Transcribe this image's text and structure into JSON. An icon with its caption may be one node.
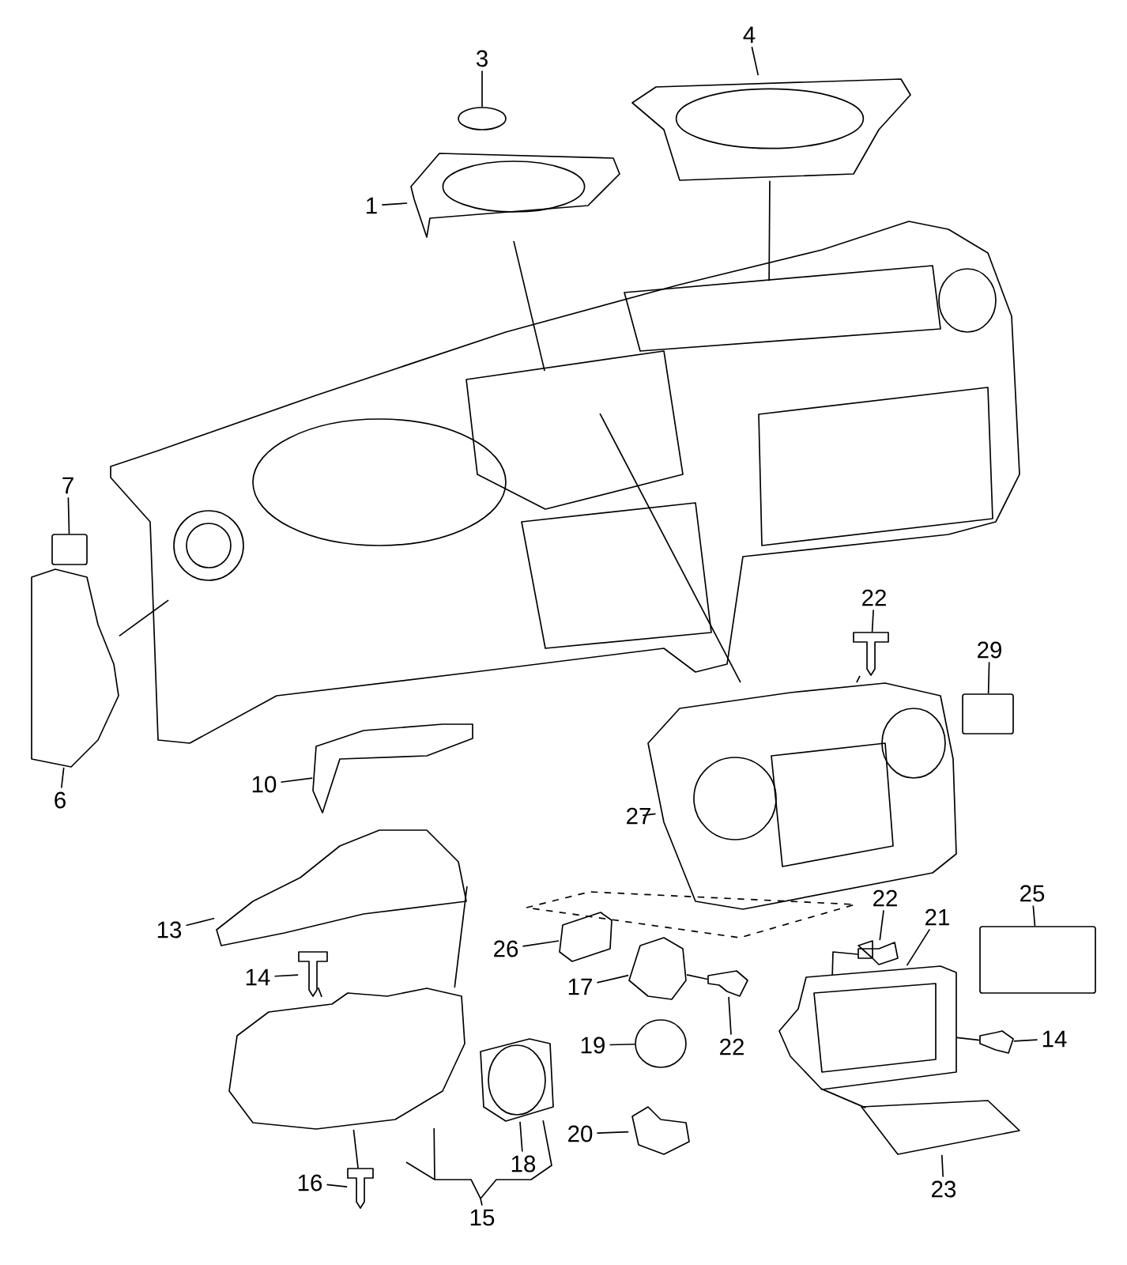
{
  "diagram": {
    "nodes": [
      {
        "text": [
          "3"
        ]
      },
      {
        "text": [],
        "shape": "circle"
      },
      {
        "text": [
          "4"
        ]
      },
      {
        "text": [],
        "shape": "picture"
      },
      {
        "text": [
          "1"
        ]
      },
      {
        "text": [],
        "shape": "picture"
      },
      {
        "text": [],
        "shape": "picture"
      },
      {
        "text": [
          "7"
        ]
      },
      {
        "text": [],
        "shape": "box"
      },
      {
        "text": [],
        "shape": "picture"
      },
      {
        "text": [
          "6"
        ]
      },
      {
        "text": [
          "22"
        ]
      },
      {
        "text": [],
        "shape": "picture"
      },
      {
        "text": [
          "29"
        ]
      },
      {
        "text": [],
        "shape": "box"
      },
      {
        "text": [],
        "shape": "picture"
      },
      {
        "text": [
          "10"
        ]
      },
      {
        "text": [],
        "shape": "picture"
      },
      {
        "text": [
          "27"
        ]
      },
      {
        "text": [],
        "shape": "picture"
      },
      {
        "text": [
          "13"
        ]
      },
      {
        "text": [
          "22"
        ]
      },
      {
        "text": [
          "25"
        ]
      },
      {
        "text": [],
        "shape": "box"
      },
      {
        "text": [
          "21"
        ]
      },
      {
        "text": [],
        "shape": "picture"
      },
      {
        "text": [
          "26"
        ]
      },
      {
        "text": [],
        "shape": "picture"
      },
      {
        "text": [],
        "shape": "picture"
      },
      {
        "text": [],
        "shape": "picture"
      },
      {
        "text": [
          "17"
        ]
      },
      {
        "text": [],
        "shape": "picture"
      },
      {
        "text": [
          "14"
        ]
      },
      {
        "text": [],
        "shape": "picture"
      },
      {
        "text": [],
        "shape": "picture"
      },
      {
        "text": [],
        "shape": "picture"
      },
      {
        "text": [
          "14"
        ]
      },
      {
        "text": [],
        "shape": "circle"
      },
      {
        "text": [
          "19"
        ]
      },
      {
        "text": [
          "22"
        ]
      },
      {
        "text": [],
        "shape": "picture"
      },
      {
        "text": [],
        "shape": "picture"
      },
      {
        "text": [
          "20"
        ]
      },
      {
        "text": [],
        "shape": "picture"
      },
      {
        "text": [],
        "shape": "picture"
      },
      {
        "text": [
          "16"
        ]
      },
      {
        "text": [
          "18"
        ]
      },
      {
        "text": [
          "23"
        ]
      },
      {
        "text": [
          "15"
        ]
      }
    ],
    "edges": [
      {
        "from": 0,
        "to": 1,
        "arrow": "none"
      },
      {
        "from": 2,
        "to": 3,
        "arrow": "none"
      },
      {
        "from": 4,
        "to": 5,
        "arrow": "none"
      },
      {
        "from": 7,
        "to": 8,
        "arrow": "none"
      },
      {
        "from": 10,
        "to": 9,
        "arrow": "none"
      },
      {
        "from": 11,
        "to": 12,
        "arrow": "none"
      },
      {
        "from": 13,
        "to": 14,
        "arrow": "none"
      },
      {
        "from": 16,
        "to": 15,
        "arrow": "none"
      },
      {
        "from": 18,
        "to": 17,
        "arrow": "none"
      },
      {
        "from": 20,
        "to": 19,
        "arrow": "none"
      },
      {
        "from": 21,
        "to": 27,
        "arrow": "none"
      },
      {
        "from": 22,
        "to": 23,
        "arrow": "none"
      },
      {
        "from": 24,
        "to": 28,
        "arrow": "none"
      },
      {
        "from": 26,
        "to": 25,
        "arrow": "none"
      },
      {
        "from": 30,
        "to": 29,
        "arrow": "none"
      },
      {
        "from": 32,
        "to": 31,
        "arrow": "none"
      },
      {
        "from": 36,
        "to": 35,
        "arrow": "none"
      },
      {
        "from": 38,
        "to": 37,
        "arrow": "none"
      },
      {
        "from": 39,
        "to": 33,
        "arrow": "none"
      },
      {
        "from": 42,
        "to": 41,
        "arrow": "none"
      },
      {
        "from": 45,
        "to": 44,
        "arrow": "none"
      },
      {
        "from": 46,
        "to": 40,
        "arrow": "none"
      },
      {
        "from": 47,
        "to": 43,
        "arrow": "none"
      },
      {
        "from": 48,
        "to": 34,
        "arrow": "none"
      },
      {
        "from": 5,
        "to": 6,
        "arrow": "none"
      },
      {
        "from": 3,
        "to": 6,
        "arrow": "none"
      },
      {
        "from": 9,
        "to": 6,
        "arrow": "none"
      },
      {
        "from": 17,
        "to": 6,
        "arrow": "none"
      },
      {
        "from": 12,
        "to": 17,
        "arrow": "none"
      },
      {
        "from": 19,
        "to": 34,
        "arrow": "none"
      },
      {
        "from": 31,
        "to": 34,
        "arrow": "none"
      },
      {
        "from": 34,
        "to": 44,
        "arrow": "none"
      },
      {
        "from": 33,
        "to": 29,
        "arrow": "none"
      },
      {
        "from": 27,
        "to": 28,
        "arrow": "none"
      },
      {
        "from": 35,
        "to": 28,
        "arrow": "none"
      },
      {
        "from": 28,
        "to": 43,
        "arrow": "none"
      },
      {
        "from": 48,
        "to": 40,
        "arrow": "none"
      }
    ]
  }
}
